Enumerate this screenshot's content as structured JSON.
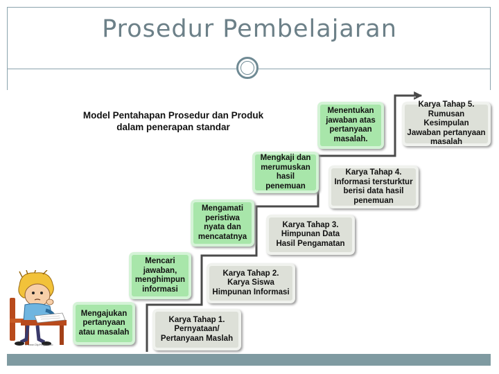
{
  "title": "Prosedur Pembelajaran",
  "heading": "Model Pentahapan Prosedur dan Produk dalam penerapan standar",
  "steps": [
    {
      "label": "Mengajukan pertanyaan atau masalah",
      "product": "Karya Tahap 1. Pernyataan/ Pertanyaan Maslah"
    },
    {
      "label": "Mencari jawaban, menghimpun informasi",
      "product": "Karya Tahap 2. Karya Siswa Himpunan Informasi"
    },
    {
      "label": "Mengamati peristiwa nyata dan mencatatnya",
      "product": "Karya Tahap 3. Himpunan Data Hasil Pengamatan"
    },
    {
      "label": "Mengkaji dan merumuskan hasil penemuan",
      "product": "Karya Tahap 4. Informasi tersturktur berisi data hasil penemuan"
    },
    {
      "label": "Menentukan jawaban atas pertanyaan masalah.",
      "product": "Karya Tahap 5. Rumusan Kesimpulan Jawaban pertanyaan masalah"
    }
  ],
  "illustration": {
    "icon": "student-writing-cartoon",
    "credit": "© www.ClipProject.info"
  },
  "colors": {
    "step_box": "#a8e6aa",
    "product_box": "#dde0d8",
    "accent_bar": "#7f9aa1"
  }
}
